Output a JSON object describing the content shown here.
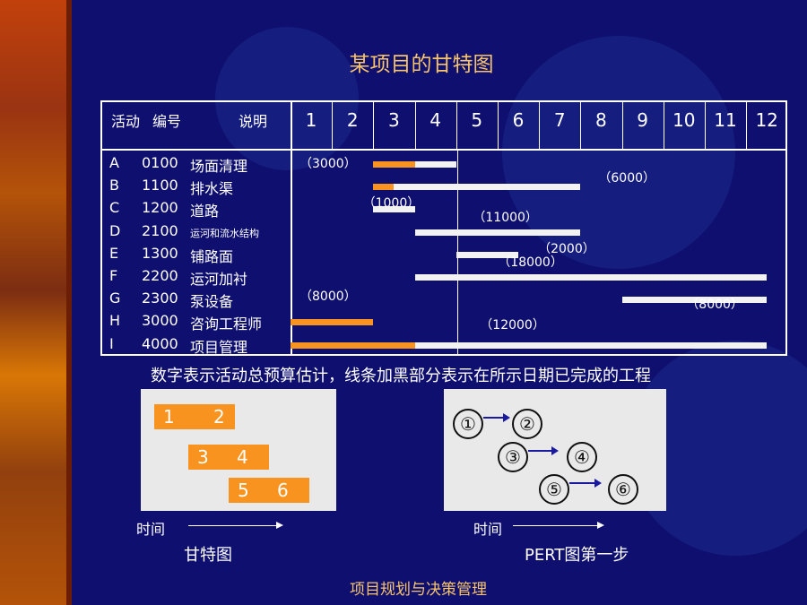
{
  "slide": {
    "title": "某项目的甘特图",
    "footer": "项目规划与决策管理",
    "accent_color": "#f7931e",
    "background_color": "#0e0f6e",
    "title_color": "#f8c46a"
  },
  "gantt": {
    "headers": {
      "activity": "活动",
      "number": "编号",
      "description": "说明"
    },
    "months": [
      "1",
      "2",
      "3",
      "4",
      "5",
      "6",
      "7",
      "8",
      "9",
      "10",
      "11",
      "12"
    ],
    "rows": [
      {
        "letter": "A",
        "code": "0100",
        "desc": "场面清理",
        "budget": "（3000）",
        "start": 3,
        "end": 5,
        "done_end": 4
      },
      {
        "letter": "B",
        "code": "1100",
        "desc": "排水渠",
        "budget": "（6000）",
        "start": 3,
        "end": 8,
        "done_end": 3.5
      },
      {
        "letter": "C",
        "code": "1200",
        "desc": "道路",
        "budget": "（1000）",
        "start": 3,
        "end": 4,
        "done_end": null
      },
      {
        "letter": "D",
        "code": "2100",
        "desc": "运河和流水结构",
        "budget": "（11000）",
        "start": 4,
        "end": 8,
        "done_end": null
      },
      {
        "letter": "E",
        "code": "1300",
        "desc": "铺路面",
        "budget": "（2000）",
        "start": 5,
        "end": 6.5,
        "done_end": null
      },
      {
        "letter": "F",
        "code": "2200",
        "desc": "运河加衬",
        "budget": "（18000）",
        "start": 4,
        "end": 12.5,
        "done_end": null
      },
      {
        "letter": "G",
        "code": "2300",
        "desc": "泵设备",
        "budget": "（8000）",
        "start": 9,
        "end": 12.5,
        "done_end": null
      },
      {
        "letter": "H",
        "code": "3000",
        "desc": "咨询工程师",
        "budget": "（8000）",
        "start": 1,
        "end": 3,
        "done_end": 3
      },
      {
        "letter": "I",
        "code": "4000",
        "desc": "项目管理",
        "budget": "（12000）",
        "start": 1,
        "end": 12.5,
        "done_end": 4
      }
    ]
  },
  "note": "数字表示活动总预算估计，线条加黑部分表示在所示日期已完成的工程",
  "gantt_example": {
    "boxes": [
      {
        "a": "1",
        "b": "2"
      },
      {
        "a": "3",
        "b": "4"
      },
      {
        "a": "5",
        "b": "6"
      }
    ],
    "time_label": "时间",
    "caption": "甘特图"
  },
  "pert_example": {
    "nodes": [
      "①",
      "②",
      "③",
      "④",
      "⑤",
      "⑥"
    ],
    "time_label": "时间",
    "caption": "PERT图第一步"
  }
}
